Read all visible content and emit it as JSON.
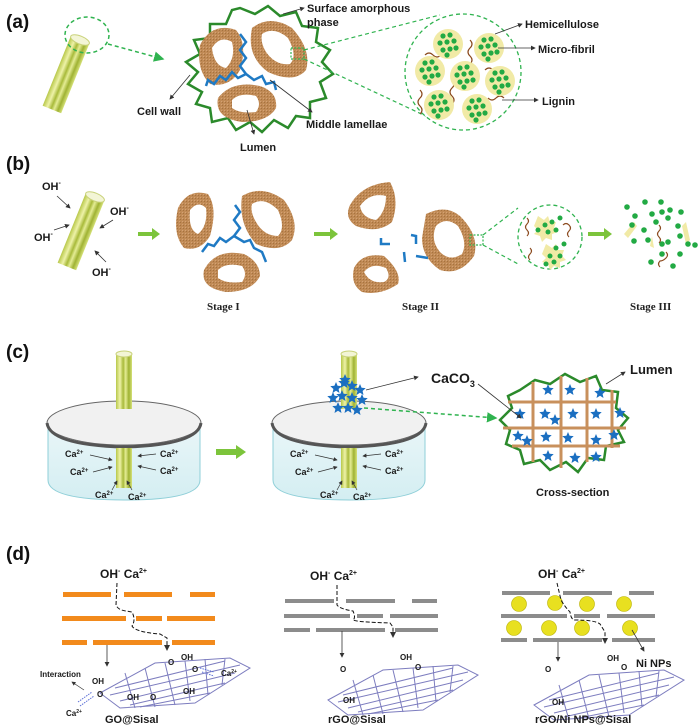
{
  "figure": {
    "panels": {
      "a": {
        "label": "(a)",
        "labels": {
          "surface_phase_line1": "Surface amorphous",
          "surface_phase_line2": "phase",
          "cell_wall": "Cell wall",
          "middle_lamellae": "Middle lamellae",
          "lumen": "Lumen",
          "hemicellulose": "Hemicellulose",
          "micro_fibril": "Micro-fibril",
          "lignin": "Lignin"
        }
      },
      "b": {
        "label": "(b)",
        "ion": "OH",
        "ion_charge": "-",
        "stages": [
          "Stage I",
          "Stage II",
          "Stage III"
        ]
      },
      "c": {
        "label": "(c)",
        "ion": "Ca",
        "ion_charge": "2+",
        "caco3": "CaCO",
        "caco3_sub": "3",
        "lumen": "Lumen",
        "cross_section": "Cross-section"
      },
      "d": {
        "label": "(d)",
        "ions_oh": "OH",
        "ions_oh_charge": "-",
        "ions_ca": "Ca",
        "ions_ca_charge": "2+",
        "interaction": "Interaction",
        "ni_nps": "Ni NPs",
        "oh": "OH",
        "o": "O",
        "captions": [
          "GO@Sisal",
          "rGO@Sisal",
          "rGO/Ni NPs@Sisal"
        ]
      }
    },
    "colors": {
      "fiber": "#d6e27a",
      "fiber_dark": "#9aab2e",
      "cell_wall": "#c08a55",
      "middle_lamellae": "#1f7ac4",
      "outline_green": "#2b8a2b",
      "dashed_green": "#2fb34f",
      "micro_fibril": "#22aa44",
      "hemicellulose": "#f1eaa6",
      "lignin": "#8b4a1e",
      "go_sheet": "#f28a1c",
      "rgo_sheet": "#8c8c8c",
      "ni_np": "#e8e020",
      "caco3": "#1b6fc1",
      "graphene": "#7d7dbf",
      "water": "#dff1f4",
      "arrow_green": "#7cc43b"
    }
  }
}
